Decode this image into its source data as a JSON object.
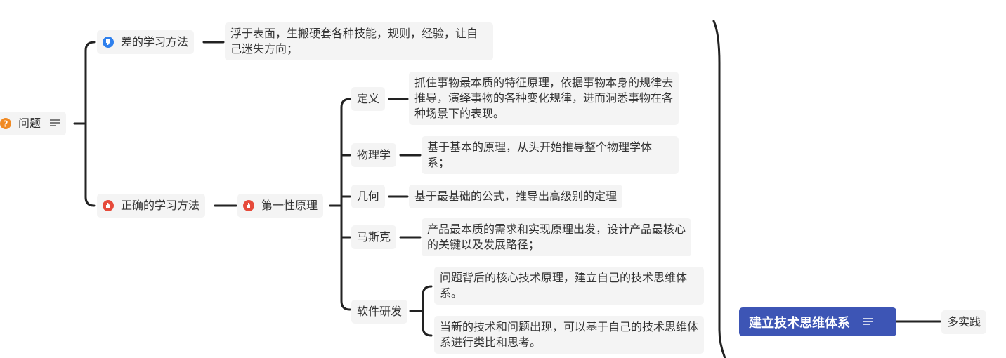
{
  "colors": {
    "connector": "#222222",
    "node_bg": "#f4f4f4",
    "central_bg": "#3d55b5",
    "question_icon": "#f08a24",
    "thumb_down_icon": "#2f80ed",
    "thumb_up_icon": "#e64a3a"
  },
  "nodes": {
    "question": {
      "label": "问题",
      "icon": "question-icon"
    },
    "bad_method": {
      "label": "差的学习方法",
      "icon": "thumbs-down-icon",
      "note": "浮于表面，生搬硬套各种技能，规则，经验，让自己迷失方向；"
    },
    "good_method": {
      "label": "正确的学习方法",
      "icon": "thumbs-up-icon"
    },
    "first_principle": {
      "label": "第一性原理",
      "icon": "thumbs-up-icon"
    },
    "definition": {
      "label": "定义",
      "note": "抓住事物最本质的特征原理，依据事物本身的规律去推导，演绎事物的各种变化规律，进而洞悉事物在各种场景下的表现。"
    },
    "physics": {
      "label": "物理学",
      "note": "基于基本的原理，从头开始推导整个物理学体系；"
    },
    "geometry": {
      "label": "几何",
      "note": "基于最基础的公式，推导出高级别的定理"
    },
    "musk": {
      "label": "马斯克",
      "note": "产品最本质的需求和实现原理出发，设计产品最核心的关键以及发展路径；"
    },
    "software": {
      "label": "软件研发",
      "notes": [
        "问题背后的核心技术原理，建立自己的技术思维体系。",
        "当新的技术和问题出现，可以基于自己的技术思维体系进行类比和思考。"
      ]
    },
    "central": {
      "label": "建立技术思维体系"
    },
    "practice": {
      "label": "多实践"
    }
  }
}
